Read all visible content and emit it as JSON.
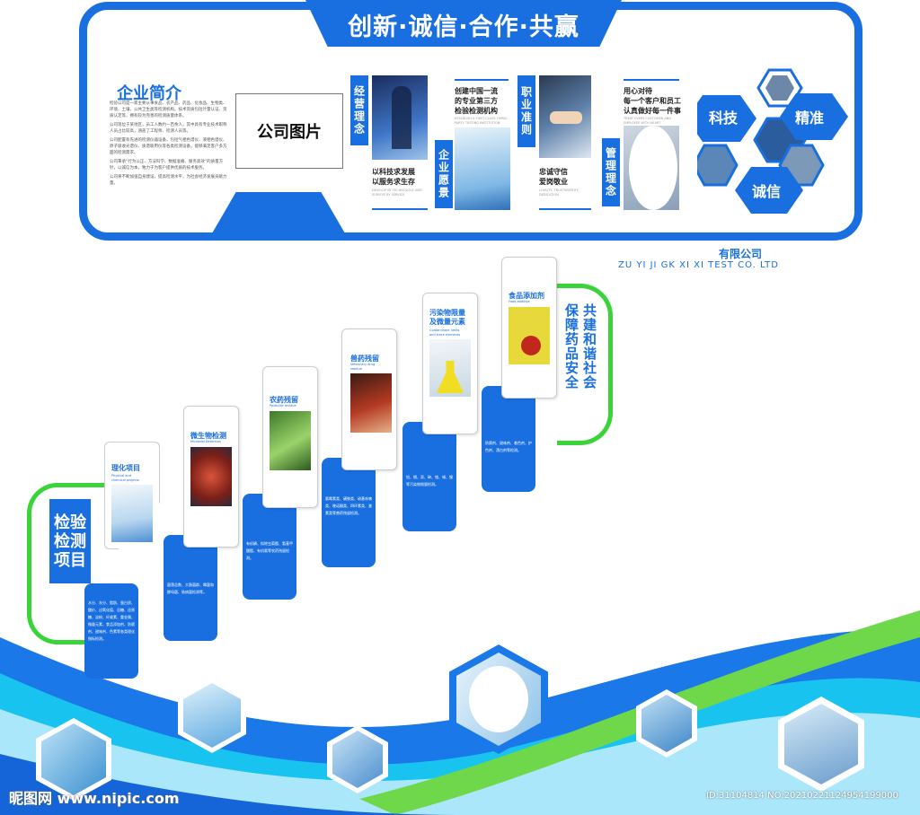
{
  "header": {
    "slogan": "创新·诚信·合作·共赢"
  },
  "intro": {
    "title": "企业简介",
    "paragraphs": [
      "检验公司是一家主要从事食品、农产品、药品、化妆品、生物类、环境、土壤、公共卫生类等检测机构。技术资质包括计量认证、资质认定等，拥有较为完善的检测质量体系。",
      "公司现位于某地区，员工人数约一百余人，其中具有专业技术职称人员占比较高，涵盖了工程师、检测人员等。",
      "公司配置有先进的检测仪器设备，包括气相色谱仪、液相色谱仪、原子吸收光谱仪、质谱联用仪等各类检测设备，能够满足客户多方面的检测需求。",
      "公司秉承“行为公正、方法科学、数据准确、服务高效”的质量方针，以诚信为本，致力于为客户提供优质的技术服务。",
      "公司将不断加强自身建设，提高检测水平，为社会经济发展贡献力量。"
    ]
  },
  "company_photo": "公司图片",
  "panels": [
    {
      "label": "经营理念",
      "text": "以科技求发展\n以服务求生存",
      "small": "DEVELOP BY TECHNOLOGY AND SURVIVE BY SERVICE"
    },
    {
      "label": "企业愿景",
      "text": "创建中国一流\n的专业第三方\n检验检测机构",
      "small": "ESTABLISH A FIRST-CLASS THIRD-PARTY TESTING INSTITUTION"
    },
    {
      "label": "职业准则",
      "text": "忠诚守信\n爱岗敬业",
      "small": "LOYALTY, TRUSTWORTHY, DEDICATION"
    },
    {
      "label": "管理理念",
      "text": "用心对待\n每一个客户和员工\n认真做好每一件事",
      "small": "TREAT EVERY CUSTOMER AND EMPLOYEE WITH HEART"
    }
  ],
  "hex_labels": [
    "科技",
    "精准",
    "诚信"
  ],
  "company": {
    "name": "有限公司",
    "en": "ZU  YI JI  GK  XI  XI  TEST CO. LTD"
  },
  "left_label": "检验\n检测\n项目",
  "right_text": "共建和谐社会\n保障药品安全",
  "steps": [
    {
      "title": "理化项目",
      "sub": "Physical and\nchemical projects",
      "desc": "水分、灰分、脂肪、蛋白质、酸价、过氧化值、总糖、还原糖、淀粉、纤维素、重金属、微量元素、食品添加剂、防腐剂、甜味剂、色素等各类理化指标检测。"
    },
    {
      "title": "微生物检测",
      "sub": "Microbial Detection",
      "desc": "菌落总数、大肠菌群、霉菌和酵母菌、致病菌检测等。"
    },
    {
      "title": "农药残留",
      "sub": "Pesticide residue",
      "desc": "有机磷、拟除虫菊酯、氨基甲酸酯、有机氯等农药残留检测。"
    },
    {
      "title": "兽药残留",
      "sub": "Veterinary drug\nresidue",
      "desc": "氯霉素类、磺胺类、硝基呋喃类、喹诺酮类、四环素类、激素类等兽药残留检测。"
    },
    {
      "title": "污染物限量\n及微量元素",
      "sub": "Contaminant limits\nand trace elements",
      "desc": "铅、镉、汞、砷、铬、锡、镍等污染物限量检测。"
    },
    {
      "title": "食品添加剂",
      "sub": "Food additive",
      "desc": "防腐剂、甜味剂、着色剂、护色剂、漂白剂等检测。"
    }
  ],
  "watermark": "昵图网 www.nipic.com",
  "id_text": "ID:31104814 NO:20210221124954199000",
  "colors": {
    "brand_blue": "#1a6fe0",
    "accent_green": "#3ad43a",
    "cyan": "#19c3f0"
  }
}
